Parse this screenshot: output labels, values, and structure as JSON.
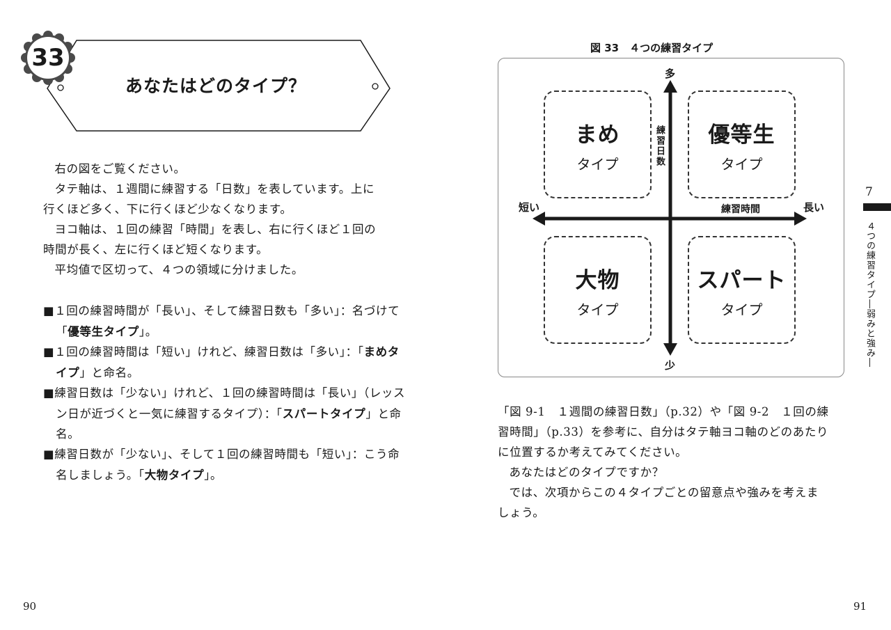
{
  "left_page": {
    "section_number": "33",
    "section_title": "あなたはどのタイプ？",
    "paragraphs": [
      "右の図をご覧ください。",
      "タテ軸は、１週間に練習する「日数」を表しています。上に",
      "行くほど多く、下に行くほど少なくなります。",
      "ヨコ軸は、１回の練習「時間」を表し、右に行くほど１回の",
      "時間が長く、左に行くほど短くなります。",
      "平均値で区切って、４つの領域に分けました。"
    ],
    "bullets": [
      {
        "prefix": "■１回の練習時間が「長い」、そして練習日数も「多い」：名づけて「",
        "bold": "優等生タイプ",
        "suffix": "」。"
      },
      {
        "prefix": "■１回の練習時間は「短い」けれど、練習日数は「多い」：「",
        "bold": "まめタイプ",
        "suffix": "」と命名。"
      },
      {
        "prefix": "■練習日数は「少ない」けれど、１回の練習時間は「長い」（レッスン日が近づくと一気に練習するタイプ）：「",
        "bold": "スパートタイプ",
        "suffix": "」と命名。"
      },
      {
        "prefix": "■練習日数が「少ない」、そして１回の練習時間も「短い」：こう命名しましょう。「",
        "bold": "大物タイプ",
        "suffix": "」。"
      }
    ],
    "page_number": "90"
  },
  "figure": {
    "caption": "図 33　４つの練習タイプ",
    "y_axis": {
      "label": "練習日数",
      "top": "多",
      "bottom": "少"
    },
    "x_axis": {
      "label": "練習時間",
      "left": "短い",
      "right": "長い"
    },
    "quadrants": {
      "top_left": {
        "name": "まめ",
        "type": "タイプ"
      },
      "top_right": {
        "name": "優等生",
        "type": "タイプ"
      },
      "bottom_left": {
        "name": "大物",
        "type": "タイプ"
      },
      "bottom_right": {
        "name": "スパート",
        "type": "タイプ"
      }
    }
  },
  "right_page": {
    "paragraphs": [
      "「図 9-1　１週間の練習日数」（p.32）や「図 9-2　１回の練",
      "習時間」（p.33）を参考に、自分はタテ軸ヨコ軸のどのあたり",
      "に位置するか考えてみてください。",
      "あなたはどのタイプですか？",
      "では、次項からこの４タイプごとの留意点や強みを考えま",
      "しょう。"
    ],
    "page_number": "91"
  },
  "thumb_index": {
    "chapter_number": "7",
    "chapter_title": "４つの練習タイプ―弱みと強み―"
  },
  "colors": {
    "ink": "#1a1a1a",
    "badge_fill": "#4a4a4a",
    "frame": "#888888"
  }
}
